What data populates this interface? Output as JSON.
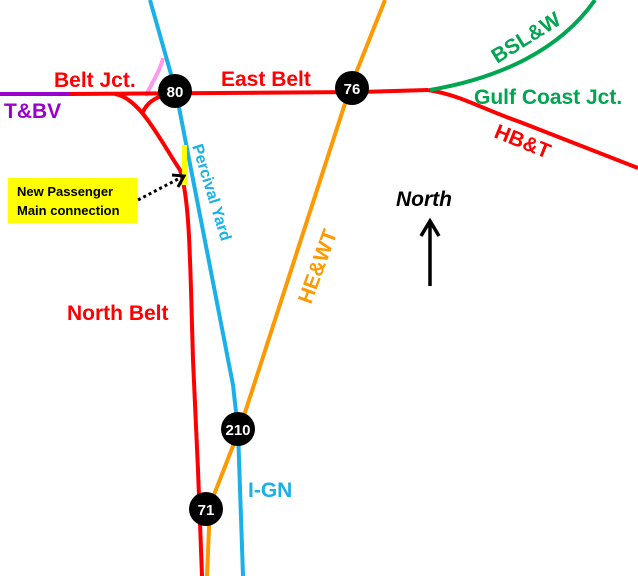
{
  "colors": {
    "belt": "#ff0000",
    "igN": "#1ab0e8",
    "hewt": "#ff9900",
    "bslw": "#00a550",
    "tbv": "#9900cc",
    "pink": "#ff99ee",
    "note": "#ffff00"
  },
  "labels": {
    "belt_jct": "Belt Jct.",
    "east_belt": "East Belt",
    "tbv": "T&BV",
    "north_belt": "North Belt",
    "gulf_coast_jct": "Gulf Coast Jct.",
    "bslw": "BSL&W",
    "hbt": "HB&T",
    "hewt": "HE&WT",
    "ign": "I-GN",
    "percival_yard": "Percival Yard",
    "north": "North"
  },
  "nodes": {
    "n80": "80",
    "n76": "76",
    "n210": "210",
    "n71": "71"
  },
  "note": {
    "line1": "New Passenger",
    "line2": "Main connection"
  }
}
